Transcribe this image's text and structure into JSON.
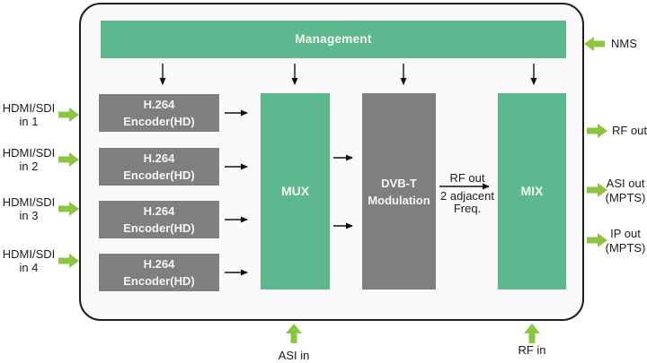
{
  "colors": {
    "green": "#5cb98d",
    "gray": "#7f7f7f",
    "lime": "#8cc63f",
    "ink": "#1c1c1c",
    "device_bg": "#fafafa",
    "device_border": "#1f1f1f",
    "page_bg": "#ffffff",
    "box_text": "#f5f5f5"
  },
  "device": {
    "management": "Management",
    "encoders": [
      {
        "line1": "H.264",
        "line2": "Encoder(HD)"
      },
      {
        "line1": "H.264",
        "line2": "Encoder(HD)"
      },
      {
        "line1": "H.264",
        "line2": "Encoder(HD)"
      },
      {
        "line1": "H.264",
        "line2": "Encoder(HD)"
      }
    ],
    "mux": "MUX",
    "modulator": {
      "line1": "DVB-T",
      "line2": "Modulation"
    },
    "mix": "MIX",
    "rf_link": {
      "line1": "RF out",
      "line2": "2 adjacent",
      "line3": "Freq."
    }
  },
  "ports": {
    "inputs_left": [
      {
        "line1": "HDMI/SDI",
        "line2": "in 1"
      },
      {
        "line1": "HDMI/SDI",
        "line2": "in 2"
      },
      {
        "line1": "HDMI/SDI",
        "line2": "in 3"
      },
      {
        "line1": "HDMI/SDI",
        "line2": "in 4"
      }
    ],
    "nms": "NMS",
    "rf_out": "RF out",
    "asi_out": {
      "line1": "ASI out",
      "line2": "(MPTS)"
    },
    "ip_out": {
      "line1": "IP out",
      "line2": "(MPTS)"
    },
    "asi_in": "ASI in",
    "rf_in": "RF in"
  },
  "icons": {
    "input_arrow": "lime-block-arrow-right",
    "nms_arrow": "lime-block-arrow-left",
    "output_arrow": "lime-block-arrow-right",
    "bottom_arrow": "lime-block-arrow-up",
    "flow_arrow": "thin-black-arrow"
  }
}
